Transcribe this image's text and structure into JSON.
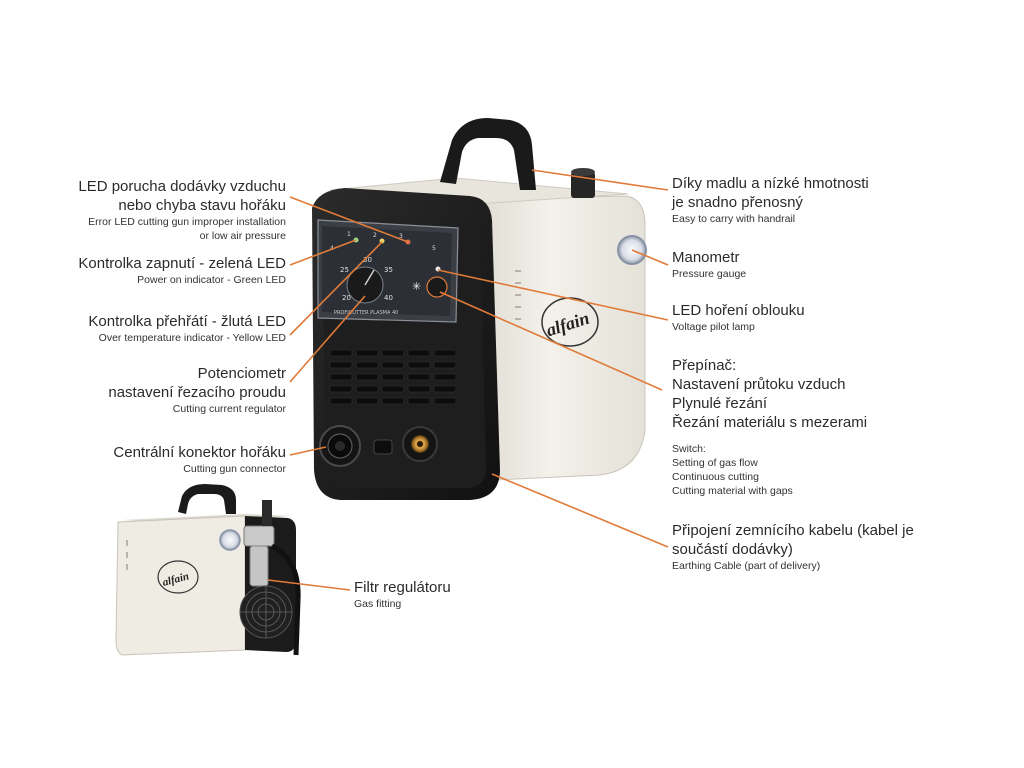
{
  "brand": "alfain",
  "panel_text": {
    "scale": [
      "20",
      "25",
      "30",
      "35",
      "40"
    ],
    "model": "PROFICUTTER PLASMA 40",
    "small_marks": [
      "1",
      "2",
      "3",
      "4",
      "5"
    ]
  },
  "callouts": {
    "led_air": {
      "cz1": "LED porucha dodávky vzduchu",
      "cz2": "nebo chyba stavu hořáku",
      "en1": "Error LED cutting gun improper installation",
      "en2": "or low air pressure"
    },
    "power": {
      "cz": "Kontrolka zapnutí - zelená LED",
      "en": "Power on indicator - Green LED"
    },
    "overtemp": {
      "cz": "Kontrolka přehřátí - žlutá LED",
      "en": "Over temperature indicator - Yellow LED"
    },
    "pot": {
      "cz1": "Potenciometr",
      "cz2": "nastavení řezacího proudu",
      "en": "Cutting current regulator"
    },
    "connector": {
      "cz": "Centrální konektor hořáku",
      "en": "Cutting gun connector"
    },
    "filter": {
      "cz": "Filtr regulátoru",
      "en": "Gas fitting"
    },
    "handle": {
      "cz1": "Díky madlu a nízké hmotnosti",
      "cz2": "je snadno přenosný",
      "en": "Easy to carry with handrail"
    },
    "gauge": {
      "cz": "Manometr",
      "en": "Pressure gauge"
    },
    "pilot": {
      "cz": "LED hoření oblouku",
      "en": "Voltage pilot lamp"
    },
    "switch": {
      "cz": [
        "Přepínač:",
        "Nastavení průtoku vzduch",
        "Plynulé řezání",
        "Řezání materiálu s mezerami"
      ],
      "en": [
        "Switch:",
        "Setting of gas flow",
        "Continuous cutting",
        "Cutting material with gaps"
      ]
    },
    "earth": {
      "cz1": "Připojení zemnícího kabelu (kabel je",
      "cz2": "součástí dodávky)",
      "en": "Earthing Cable (part of delivery)"
    }
  },
  "colors": {
    "leader": "#e07b39",
    "body_white": "#f1efe8",
    "body_dark": "#1c1c1c"
  }
}
